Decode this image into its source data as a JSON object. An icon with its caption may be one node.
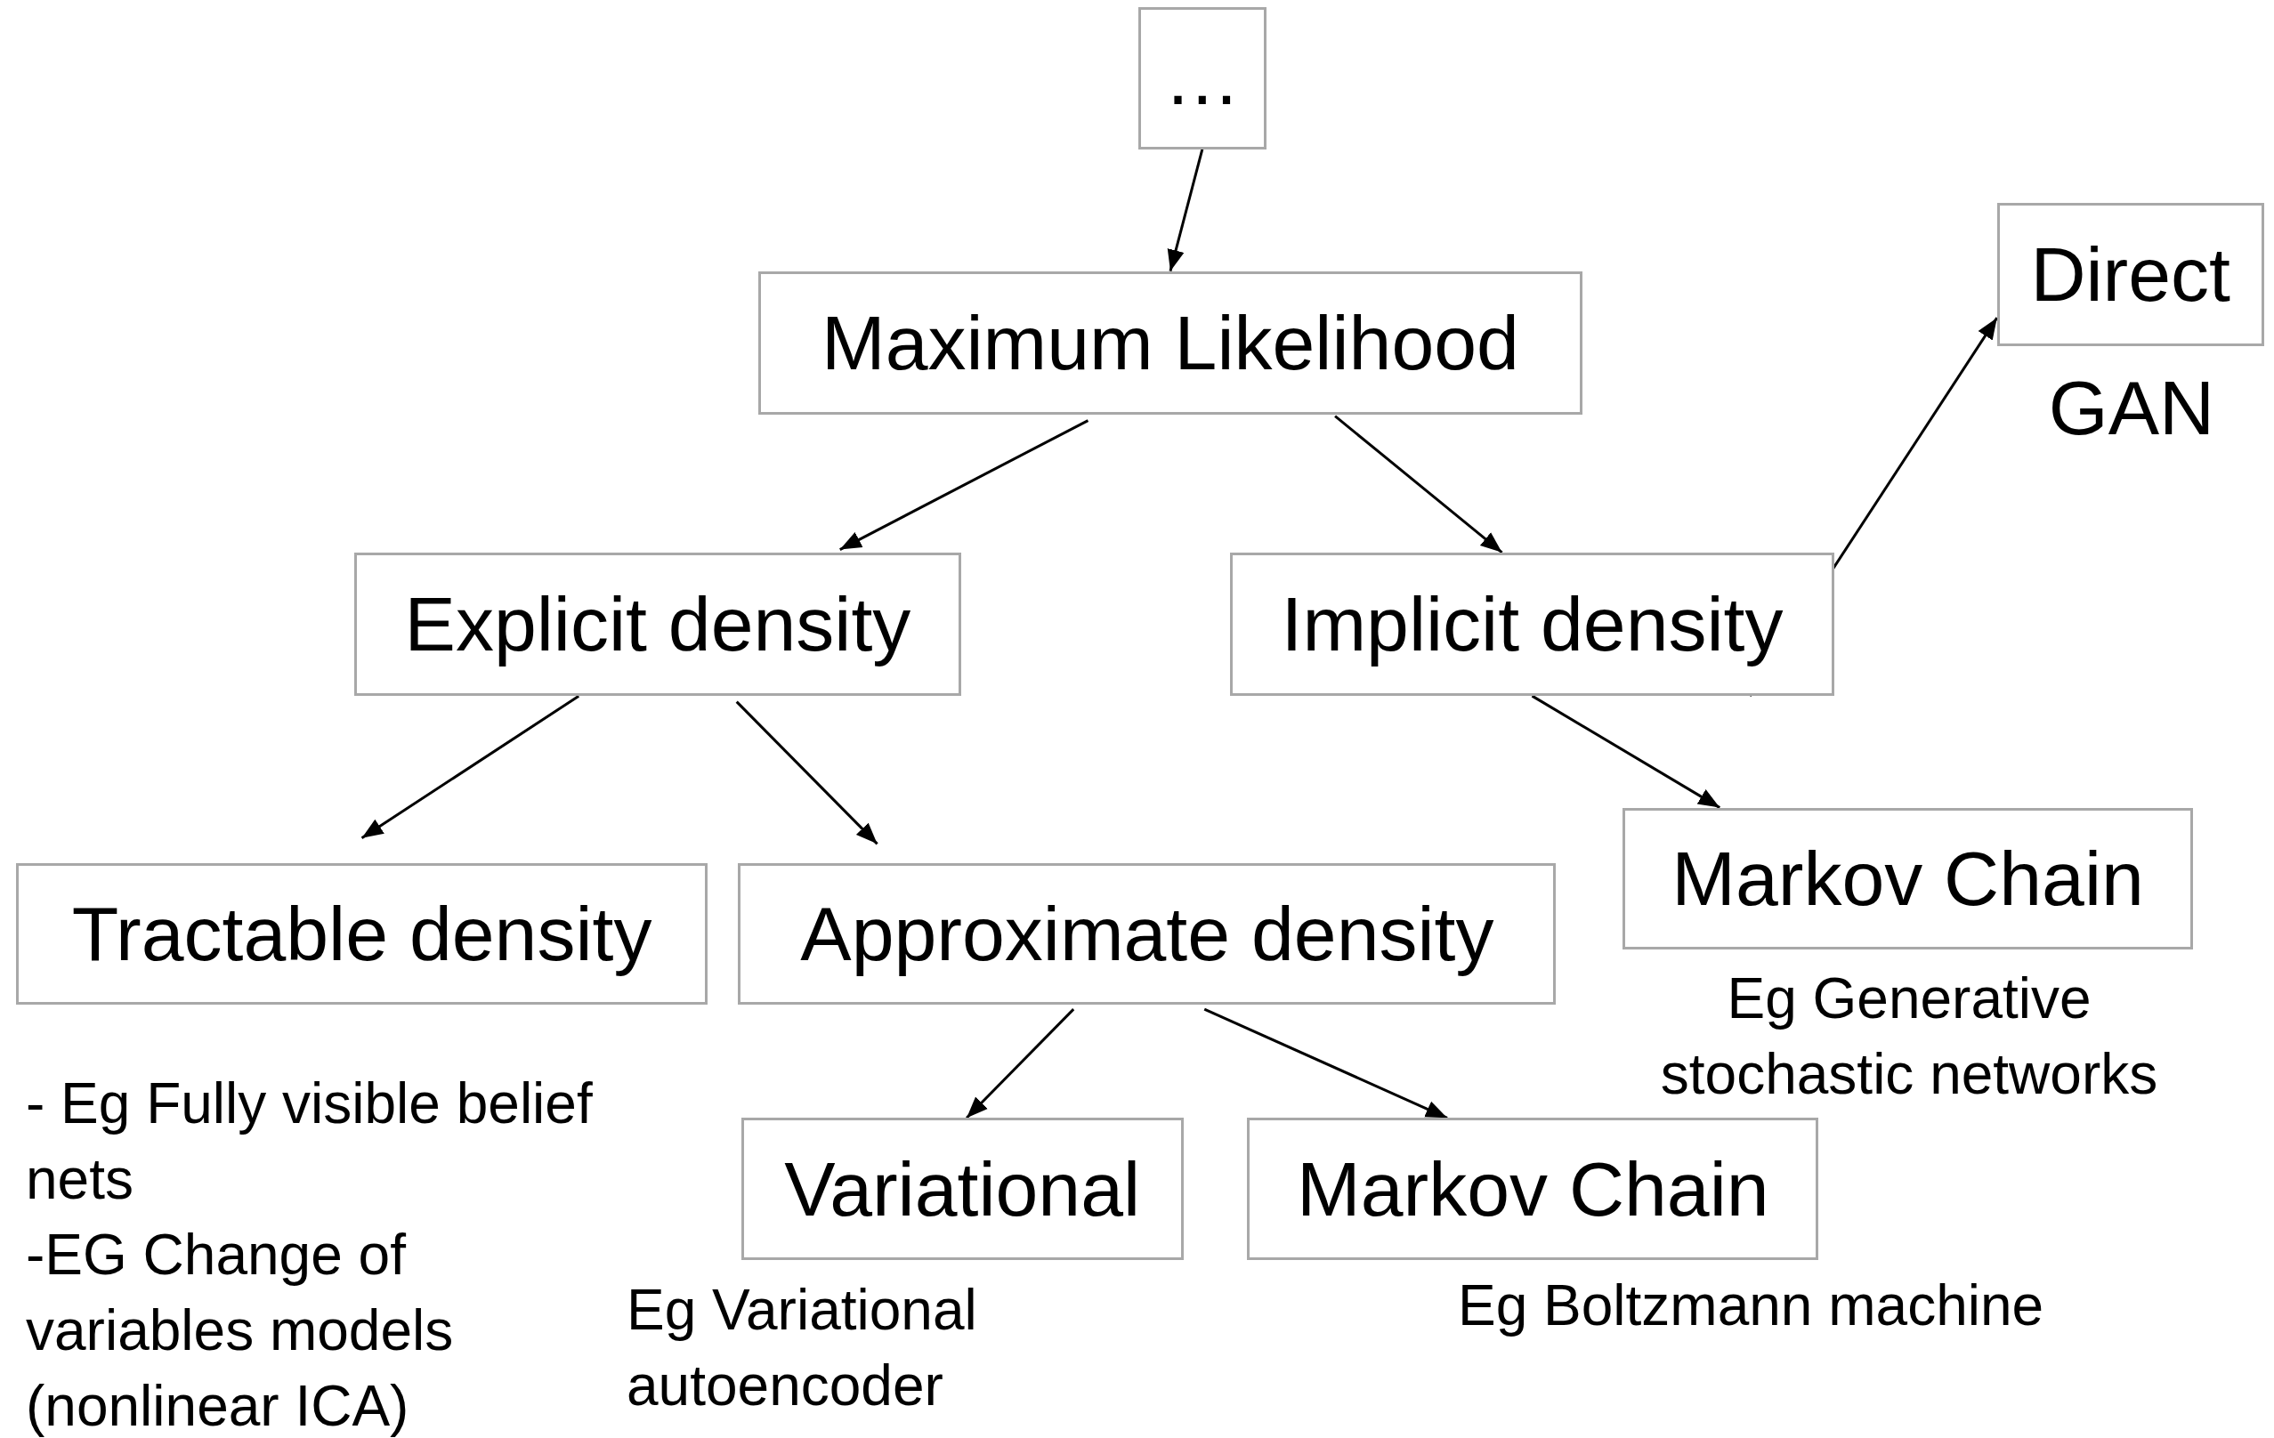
{
  "diagram": {
    "nodes": [
      {
        "text": [
          "…"
        ]
      },
      {
        "text": [
          "Maximum Likelihood"
        ]
      },
      {
        "text": [
          "Direct"
        ],
        "beside": [
          "GAN"
        ]
      },
      {
        "text": [
          "Explicit density"
        ]
      },
      {
        "text": [
          "Implicit density"
        ]
      },
      {
        "text": [
          "Tractable density"
        ],
        "beside": [
          "- Eg Fully visible belief nets",
          "-EG Change of variables models (nonlinear ICA)"
        ]
      },
      {
        "text": [
          "Approximate density"
        ]
      },
      {
        "text": [
          "Markov Chain"
        ],
        "beside": [
          "Eg Generative stochastic networks"
        ]
      },
      {
        "text": [
          "Variational"
        ],
        "beside": [
          "Eg Variational autoencoder"
        ]
      },
      {
        "text": [
          "Markov Chain"
        ],
        "beside": [
          "Eg Boltzmann machine"
        ]
      }
    ],
    "edges": [
      {
        "from": 0,
        "to": 1,
        "arrow": "to"
      },
      {
        "from": 1,
        "to": 3,
        "arrow": "to"
      },
      {
        "from": 1,
        "to": 4,
        "arrow": "to"
      },
      {
        "from": 4,
        "to": 2,
        "arrow": "to"
      },
      {
        "from": 3,
        "to": 5,
        "arrow": "to"
      },
      {
        "from": 3,
        "to": 6,
        "arrow": "to"
      },
      {
        "from": 4,
        "to": 7,
        "arrow": "to"
      },
      {
        "from": 6,
        "to": 8,
        "arrow": "to"
      },
      {
        "from": 6,
        "to": 9,
        "arrow": "to"
      }
    ]
  }
}
